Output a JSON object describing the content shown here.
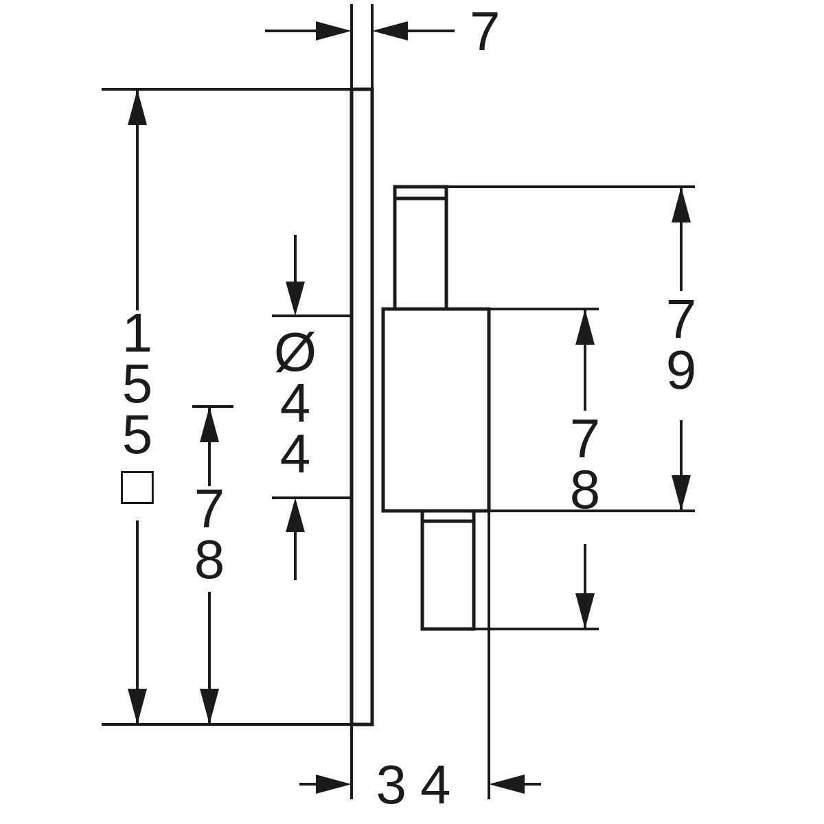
{
  "drawing": {
    "type": "technical-dimension-diagram",
    "subject": "concealed-valve-side-profile",
    "background": "#ffffff",
    "line_color": "#1b1b1b",
    "labels": {
      "plate_thickness": "7",
      "plate_square_size": "155□",
      "center_to_bottom": "78",
      "knob_diameter": "Ø44",
      "handle_height": "79",
      "module_height": "78",
      "projection": "34"
    }
  }
}
